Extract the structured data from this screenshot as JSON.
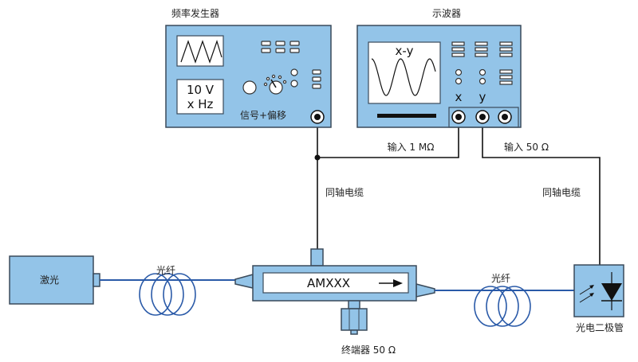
{
  "colors": {
    "device_fill": "#93c4e8",
    "fiber": "#2a5aa8",
    "wire": "#111111"
  },
  "generator": {
    "title": "频率发生器",
    "display_line1": "10 V",
    "display_line2": "x Hz",
    "output_label": "信号+偏移"
  },
  "scope": {
    "title": "示波器",
    "screen_label": "x-y",
    "x_label": "x",
    "y_label": "y"
  },
  "cables": {
    "input_x": "输入 1 MΩ",
    "input_y": "输入 50 Ω",
    "coax_left": "同轴电缆",
    "coax_right": "同轴电缆"
  },
  "laser": {
    "label": "激光"
  },
  "fiber_left": {
    "label": "光纤"
  },
  "fiber_right": {
    "label": "光纤"
  },
  "modulator": {
    "label": "AMXXX"
  },
  "terminator": {
    "label": "终端器  50 Ω"
  },
  "photodiode": {
    "label": "光电二极管"
  }
}
